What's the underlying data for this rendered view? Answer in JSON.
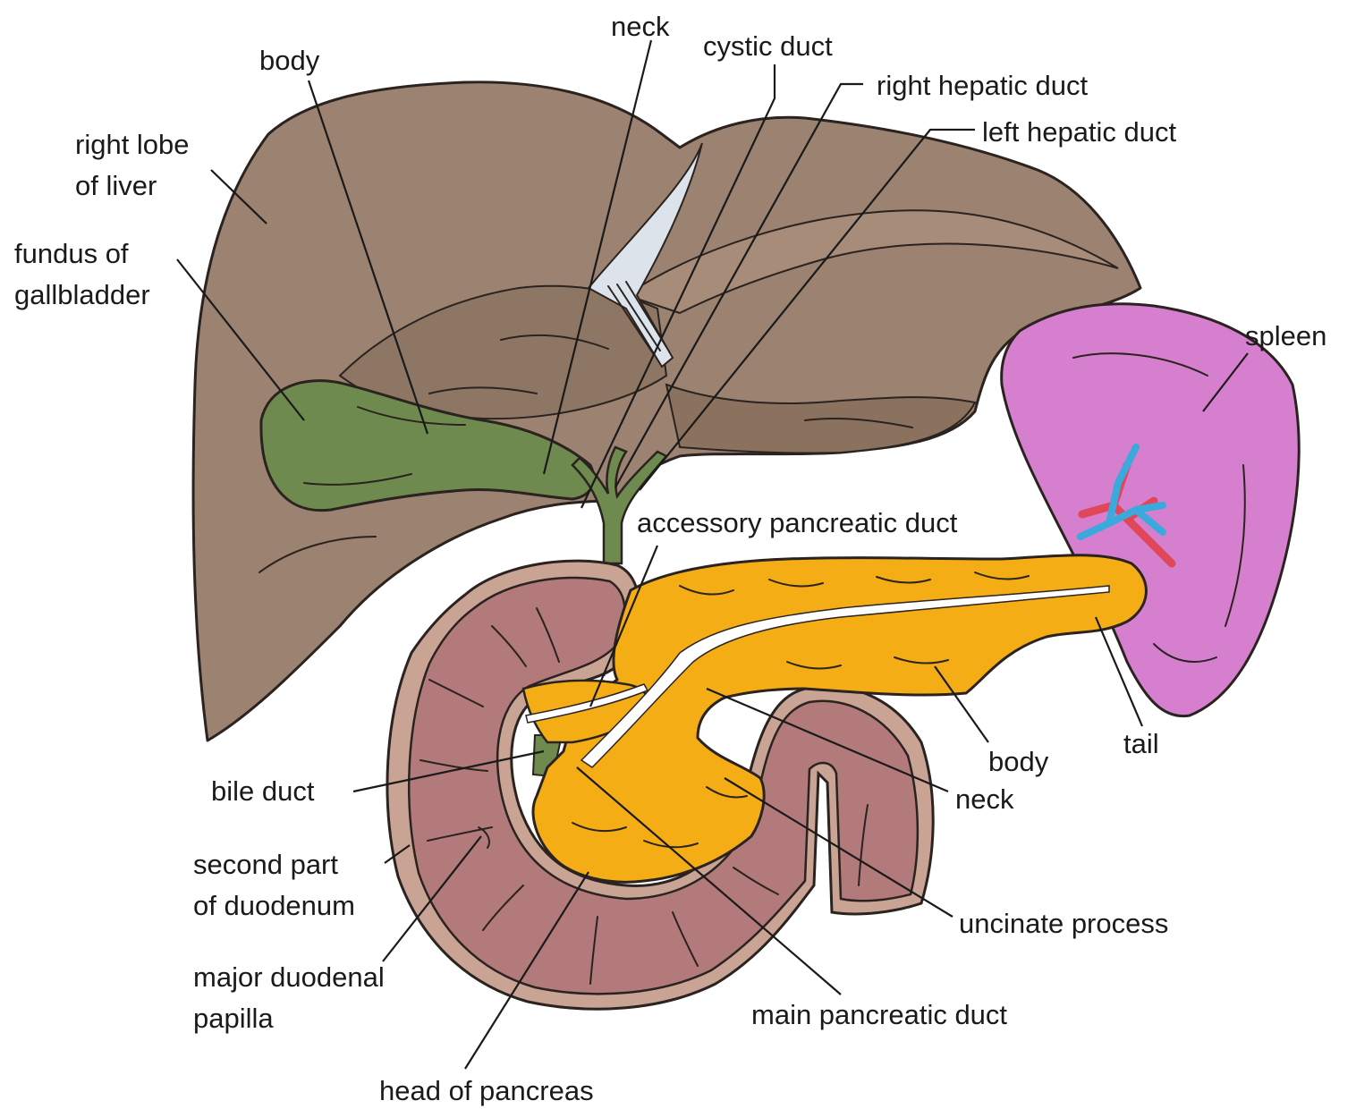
{
  "labels": {
    "neck_gb": "neck",
    "cystic_duct": "cystic duct",
    "body_gb": "body",
    "right_hepatic_duct": "right hepatic duct",
    "left_hepatic_duct": "left hepatic duct",
    "right_lobe_line1": "right lobe",
    "right_lobe_line2": "of liver",
    "fundus_line1": "fundus of",
    "fundus_line2": "gallbladder",
    "spleen": "spleen",
    "accessory_duct": "accessory pancreatic duct",
    "tail": "tail",
    "body_pancreas": "body",
    "neck_pancreas": "neck",
    "bile_duct": "bile duct",
    "second_part_line1": "second part",
    "second_part_line2": "of duodenum",
    "uncinate": "uncinate process",
    "papilla_line1": "major duodenal",
    "papilla_line2": "papilla",
    "main_duct": "main pancreatic duct",
    "head_pancreas": "head of pancreas"
  },
  "colors": {
    "liver": "#9c8270",
    "liver_shade": "#8b735f",
    "gallbladder": "#6f8a4e",
    "pancreas": "#f5ad16",
    "duodenum": "#b27a7a",
    "duodenum_rim": "#c9a394",
    "spleen": "#d67fce",
    "artery": "#e0485a",
    "vein": "#3aa9dc"
  }
}
